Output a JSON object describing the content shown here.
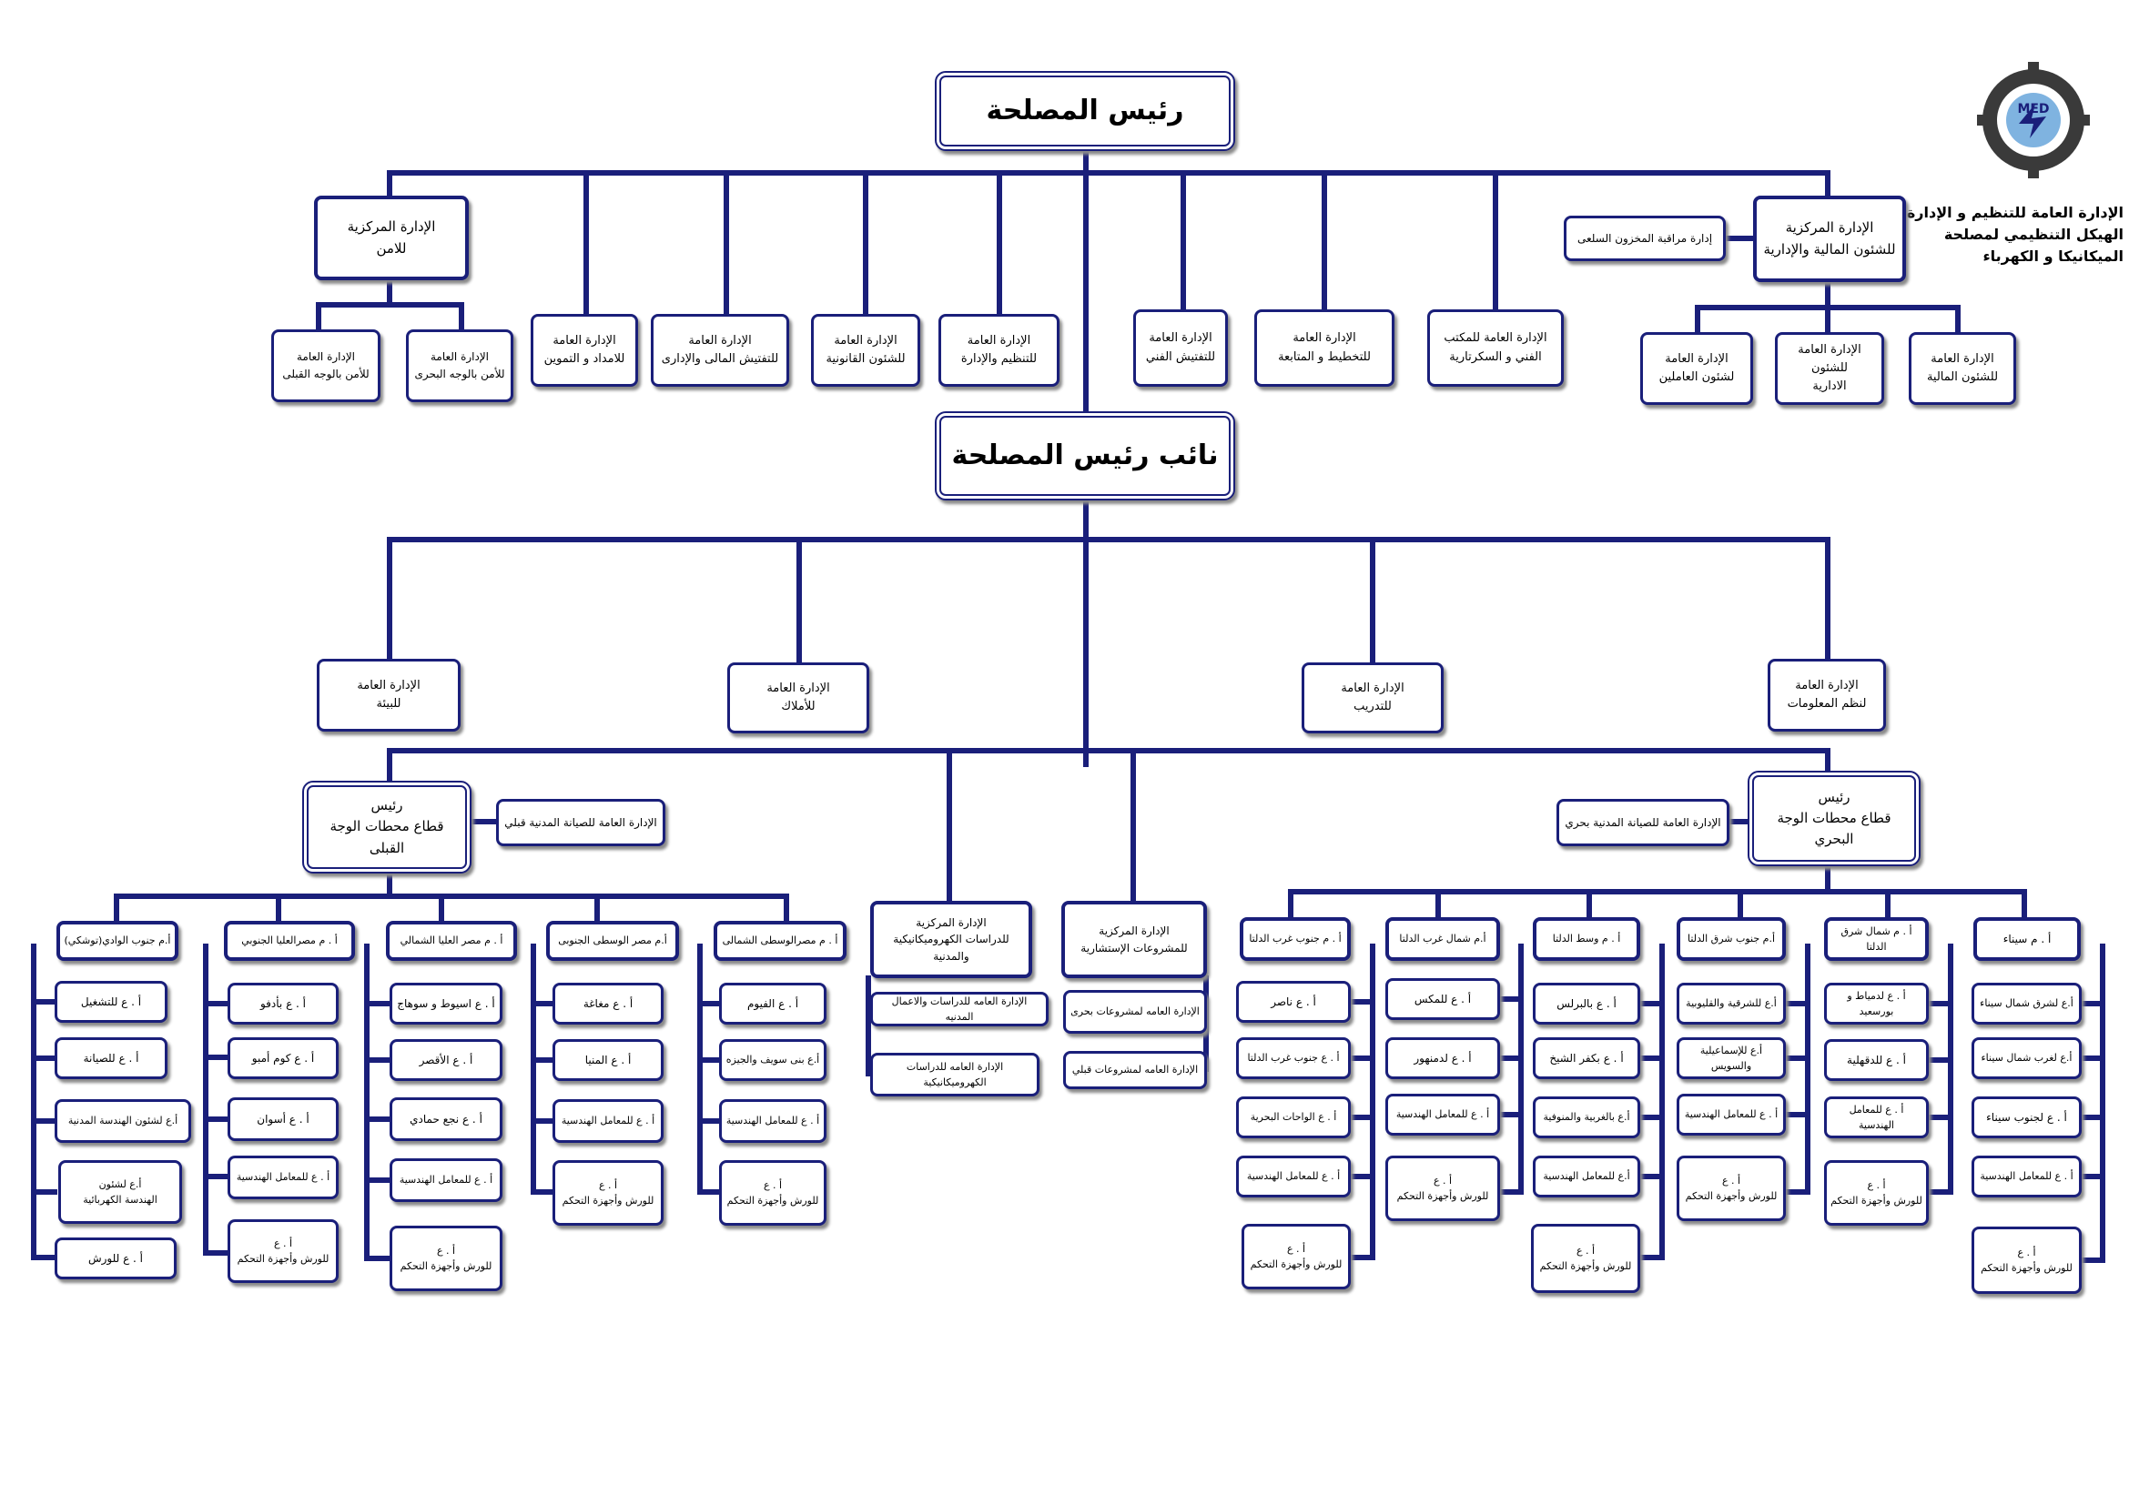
{
  "org": {
    "title_line1": "الإدارة العامة للتنظيم و الإدارة",
    "title_line2": "الهيكل التنظيمي لمصلحة الميكانيكا و الكهرباء",
    "logo_text": "MED"
  },
  "top": {
    "head": "رئيس المصلحة",
    "deputy": "نائب رئيس المصلحة"
  },
  "first_row": {
    "security": "الإدارة المركزية\nللامن",
    "security_south": "الإدارة العامة\nللأمن بالوجه القبلى",
    "security_north": "الإدارة العامة\nللأمن بالوجه البحرى",
    "supply": "الإدارة العامة\nللامداد و التموين",
    "inspection_fin": "الإدارة العامة\nللتفتيش المالى والإدارى",
    "legal": "الإدارة العامة\nللشئون القانونية",
    "organization": "الإدارة العامة\nللتنظيم والإدارة",
    "tech_inspection": "الإدارة العامة\nللتفتيش الفني",
    "planning": "الإدارة العامة\nللتخطيط و المتابعة",
    "tech_office": "الإدارة العامة للمكتب\nالفني و السكرتارية",
    "fin_admin": "الإدارة المركزية\nللشئون المالية والإدارية",
    "stock_control": "إدارة مراقبة المخزون السلعى",
    "personnel": "الإدارة العامة\nلشئون العاملين",
    "admin_affairs": "الإدارة العامة للشئون\nالادارية",
    "finance": "الإدارة العامة\nللشئون المالية"
  },
  "second_row": {
    "environment": "الإدارة العامة\nللبيئة",
    "property": "الإدارة العامة\nللأملاك",
    "training": "الإدارة العامة\nللتدريب",
    "info_systems": "الإدارة العامة\nلنظم المعلومات"
  },
  "sectors": {
    "south_head": "رئيس\nقطاع محطات الوجة القبلى",
    "south_civil": "الإدارة العامة للصيانة المدنية قبلي",
    "north_head": "رئيس\nقطاع محطات الوجة البحري",
    "north_civil": "الإدارة العامة للصيانة المدنية بحري",
    "studies_central": "الإدارة المركزية\nللدراسات الكهروميكانيكية والمدنية",
    "studies_civil": "الإدارة العامه للدراسات والاعمال المدنيه",
    "studies_em": "الإدارة العامه للدراسات الكهروميكانيكية",
    "projects_central": "الإدارة المركزية\nللمشروعات الإستشارية",
    "projects_north": "الإدارة العامه لمشروعات بحرى",
    "projects_south": "الإدارة العامه لمشروعات قبلي"
  },
  "south_columns": [
    {
      "header": "أ.م جنوب الوادي(توشكي)",
      "items": [
        "أ . ع للتشغيل",
        "أ . ع للصيانة",
        "أ.ع لشئون الهندسة المدنية",
        "أ.ع لشئون\nالهندسة الكهربائية",
        "أ . ع للورش"
      ]
    },
    {
      "header": "أ . م مصرالعليا الجنوبي",
      "items": [
        "أ . ع بأدفو",
        "أ . ع كوم أمبو",
        "أ . ع أسوان",
        "أ . ع للمعامل الهندسية",
        "أ . ع\nللورش وأجهزة التحكم"
      ]
    },
    {
      "header": "أ . م مصر العليا الشمالي",
      "items": [
        "أ . ع اسيوط و سوهاج",
        "أ . ع الأقصر",
        "أ . ع نجع حمادي",
        "أ . ع للمعامل الهندسية",
        "أ . ع\nللورش وأجهزة التحكم"
      ]
    },
    {
      "header": "أ.م مصر الوسطى الجنوبى",
      "items": [
        "أ . ع مغاغة",
        "أ . ع المنيا",
        "أ . ع للمعامل الهندسية",
        "أ . ع\nللورش وأجهزة التحكم"
      ]
    },
    {
      "header": "أ . م مصرالوسطى الشمالى",
      "items": [
        "أ . ع الفيوم",
        "أ.ع بنى سويف والجيزه",
        "أ . ع للمعامل الهندسية",
        "أ . ع\nللورش وأجهزة التحكم"
      ]
    }
  ],
  "north_columns": [
    {
      "header": "أ . م جنوب غرب الدلتا",
      "items": [
        "أ . ع ناصر",
        "أ . ع جنوب غرب الدلتا",
        "أ . ع الواحات البحرية",
        "أ . ع للمعامل الهندسية",
        "أ . ع\nللورش وأجهزة التحكم"
      ]
    },
    {
      "header": "أ.م شمال غرب الدلتا",
      "items": [
        "أ . ع للمكس",
        "أ . ع لدمنهور",
        "أ . ع للمعامل الهندسية",
        "أ . ع\nللورش وأجهزة التحكم"
      ]
    },
    {
      "header": "أ . م وسط الدلتا",
      "items": [
        "أ . ع بالبرلس",
        "أ . ع بكفر الشيخ",
        "أ.ع بالغربية والمنوفية",
        "أ.ع للمعامل الهندسية",
        "أ . ع\nللورش وأجهزة التحكم"
      ]
    },
    {
      "header": "أ.م جنوب شرق الدلتا",
      "items": [
        "أ.ع للشرقية والقليوبية",
        "أ.ع للإسماعيلية والسويس",
        "أ . ع للمعامل الهندسية",
        "أ . ع\nللورش وأجهزة التحكم"
      ]
    },
    {
      "header": "أ . م شمال شرق الدلتا",
      "items": [
        "أ . ع لدمياط و بورسعيد",
        "أ . ع للدقهلية",
        "أ . ع للمعامل الهندسية",
        "أ . ع\nللورش وأجهزة التحكم"
      ]
    },
    {
      "header": "أ . م سيناء",
      "items": [
        "أ.ع لشرق شمال سيناء",
        "أ.ع لغرب شمال سيناء",
        "أ . ع لجنوب سيناء",
        "أ . ع للمعامل الهندسية",
        "أ . ع\nللورش وأجهزة التحكم"
      ]
    }
  ],
  "colors": {
    "line": "#1a1f7a",
    "border": "#1a1f7a"
  }
}
